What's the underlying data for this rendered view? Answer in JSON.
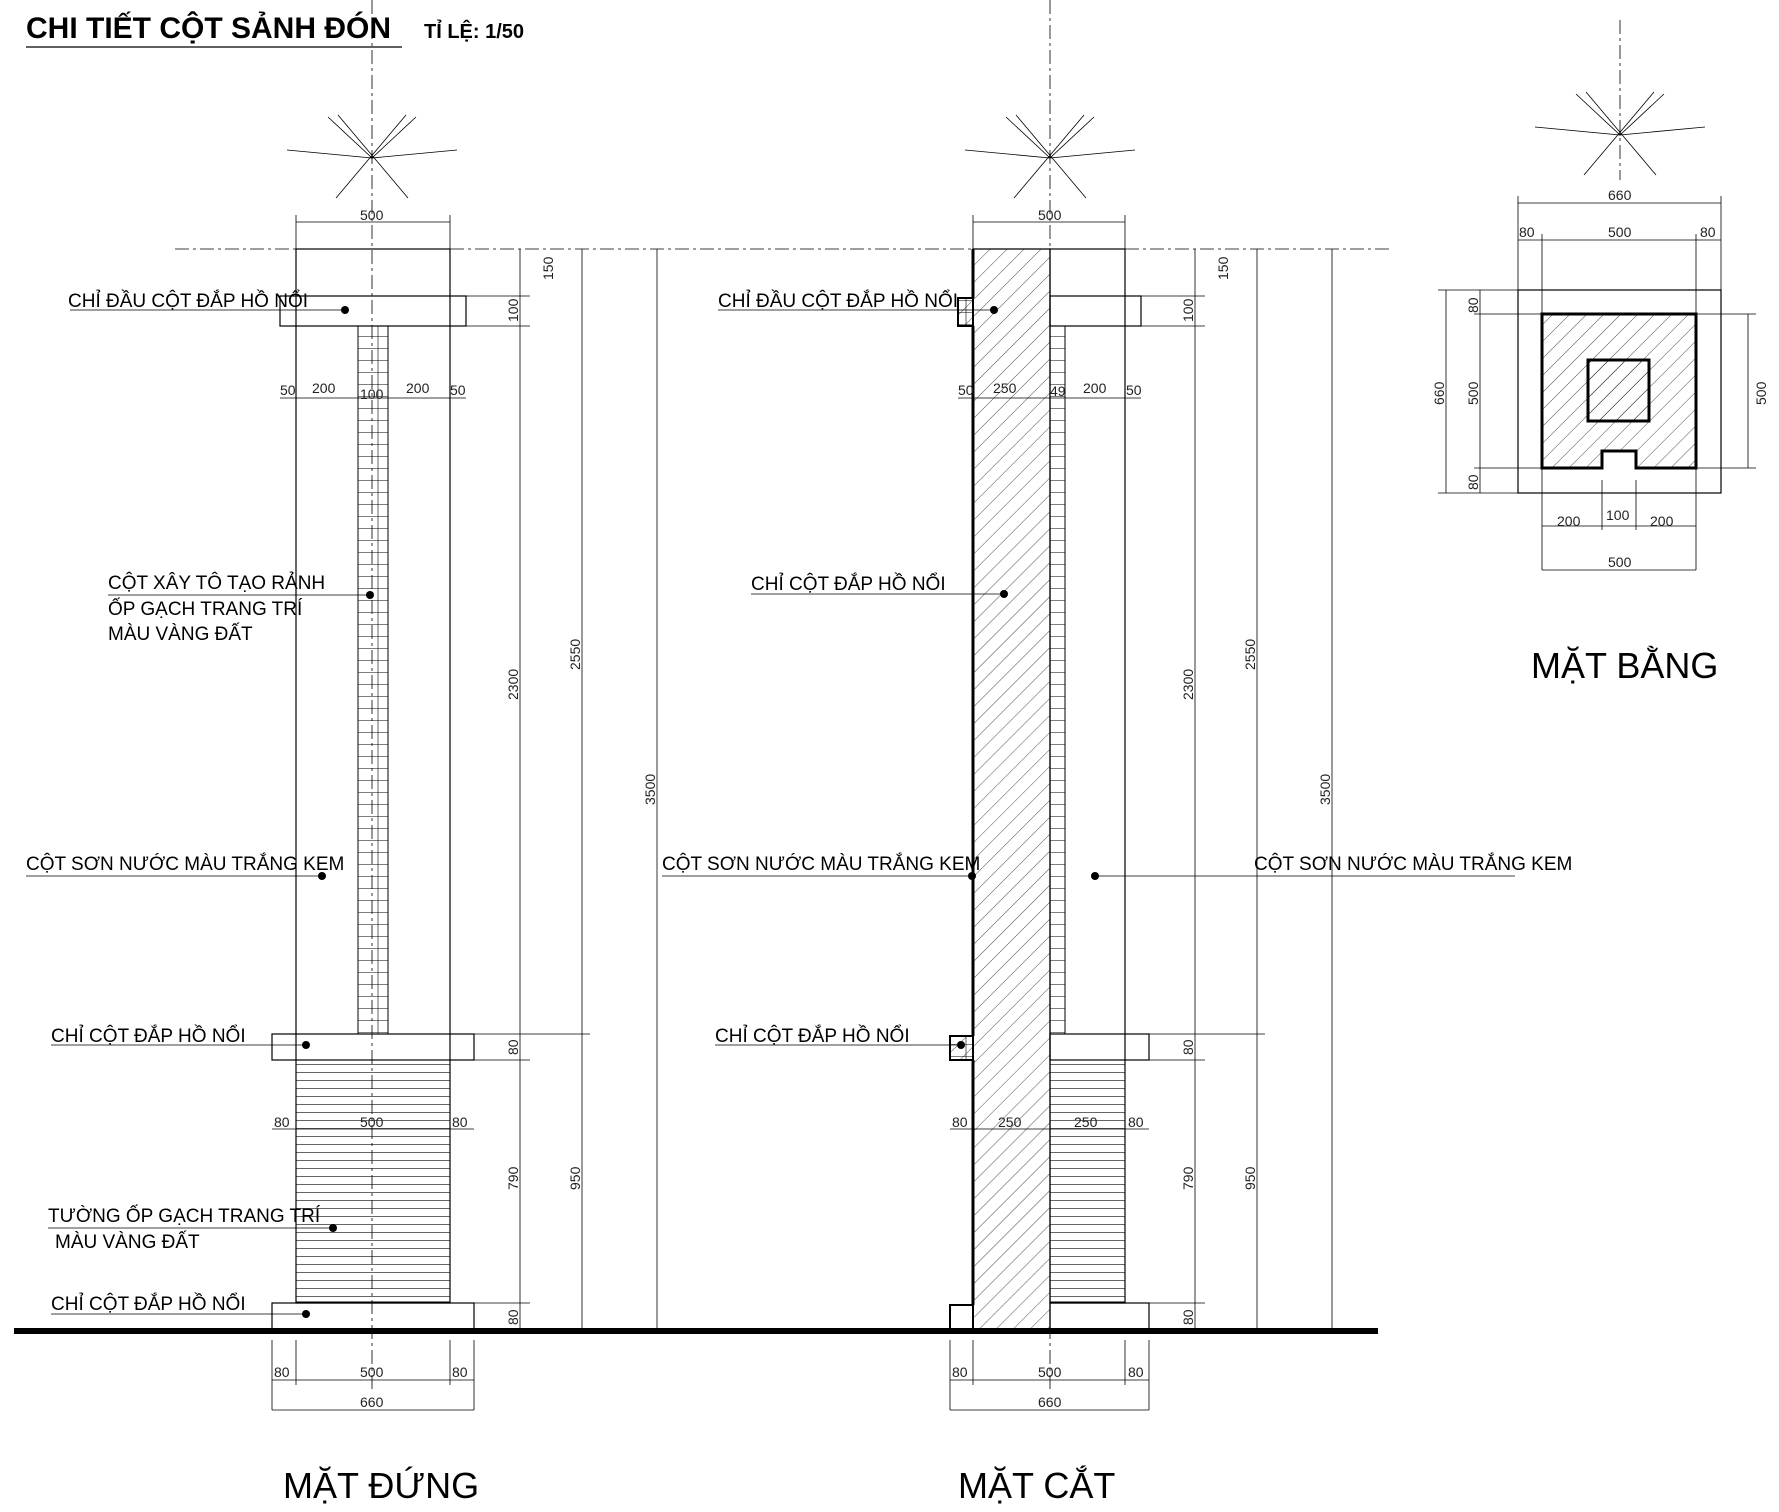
{
  "title": "CHI TIẾT CỘT SẢNH ĐÓN",
  "scale": "TỈ LỆ: 1/50",
  "views": {
    "elevation": "MẶT ĐỨNG",
    "section": "MẶT CẮT",
    "plan": "MẶT BẰNG"
  },
  "elevation_labels": {
    "cap_molding": "CHỈ ĐẦU CỘT ĐẮP HỒ NỔI",
    "groove_1": "CỘT XÂY TÔ TẠO RẢNH",
    "groove_2": "ỐP GẠCH TRANG TRÍ",
    "groove_3": "MÀU VÀNG ĐẤT",
    "paint": "CỘT SƠN NƯỚC MÀU TRẮNG KEM",
    "mid_molding": "CHỈ CỘT ĐẮP HỒ NỔI",
    "tile_1": "TƯỜNG ỐP GẠCH TRANG TRÍ",
    "tile_2": "MÀU VÀNG ĐẤT",
    "base_molding": "CHỈ CỘT ĐẮP HỒ NỔI"
  },
  "section_labels": {
    "cap_molding": "CHỈ ĐẦU CỘT ĐẮP HỒ NỔI",
    "column_molding": "CHỈ CỘT ĐẮP HỒ NỔI",
    "paint_left": "CỘT SƠN NƯỚC MÀU TRẮNG KEM",
    "paint_right": "CỘT SƠN NƯỚC MÀU TRẮNG KEM",
    "mid_molding": "CHỈ CỘT ĐẮP HỒ NỔI"
  },
  "dims": {
    "w500": "500",
    "w660": "660",
    "w80": "80",
    "w50": "50",
    "w200": "200",
    "w100": "100",
    "w250": "250",
    "w49": "49",
    "h150": "150",
    "h100": "100",
    "h2300": "2300",
    "h2550": "2550",
    "h3500": "3500",
    "h80": "80",
    "h790": "790",
    "h950": "950"
  }
}
